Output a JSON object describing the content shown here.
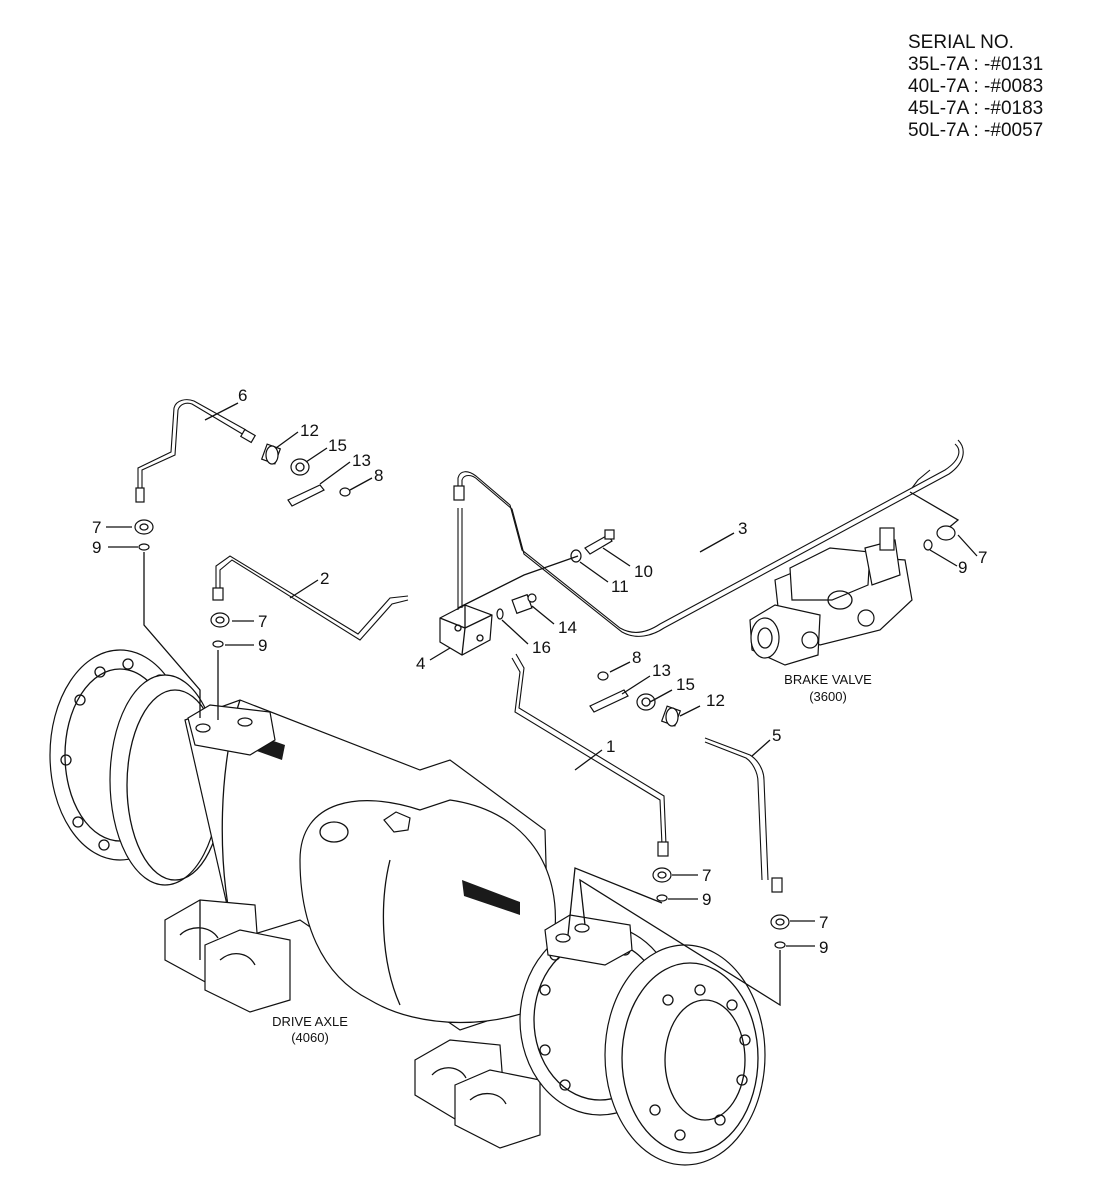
{
  "serial_block": {
    "heading": "SERIAL NO.",
    "lines": [
      "35L-7A : -#0131",
      "40L-7A : -#0083",
      "45L-7A : -#0183",
      "50L-7A : -#0057"
    ]
  },
  "components": {
    "brake_valve": {
      "name": "BRAKE VALVE",
      "code": "(3600)"
    },
    "drive_axle": {
      "name": "DRIVE AXLE",
      "code": "(4060)"
    }
  },
  "callouts": {
    "c1": "1",
    "c2": "2",
    "c3": "3",
    "c4": "4",
    "c5": "5",
    "c6": "6",
    "c7a": "7",
    "c7b": "7",
    "c7c": "7",
    "c7d": "7",
    "c7e": "7",
    "c8a": "8",
    "c8b": "8",
    "c9a": "9",
    "c9b": "9",
    "c9c": "9",
    "c9d": "9",
    "c9e": "9",
    "c10": "10",
    "c11": "11",
    "c12a": "12",
    "c12b": "12",
    "c13a": "13",
    "c13b": "13",
    "c14": "14",
    "c15a": "15",
    "c15b": "15",
    "c16": "16"
  }
}
